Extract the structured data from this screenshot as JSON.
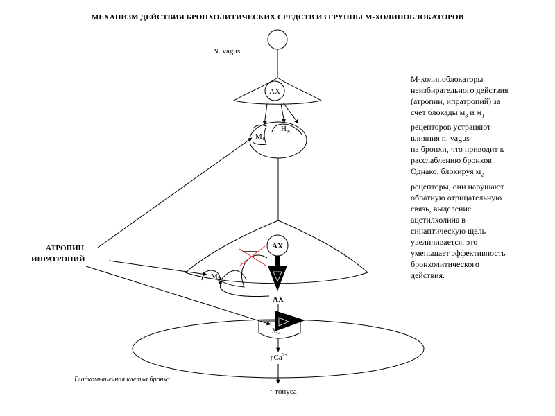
{
  "title": "МЕХАНИЗМ ДЕЙСТВИЯ БРОНХОЛИТИЧЕСКИХ СРЕДСТВ ИЗ ГРУППЫ М-ХОЛИНОБЛОКАТОРОВ",
  "labels": {
    "n_vagus": "N. vagus",
    "ax_top": "АХ",
    "m1": "M",
    "m1_sub": "1",
    "hn": "H",
    "hn_sub": "N",
    "drug_1": "АТРОПИН",
    "drug_2": "ИПРАТРОПИЙ",
    "ax_mid": "АХ",
    "m2": "M",
    "m2_sub": "2",
    "ax_cleft": "АХ",
    "m3": "M",
    "m3_sub": "3",
    "ca": "↑Ca",
    "ca_sup": "2+",
    "cell_label": "Гладкомышечная клетка бронха",
    "tonus": "↑ тонуса"
  },
  "side_text": {
    "line1": "М-холиноблокаторы",
    "line2": "неизбирательного действия",
    "line3": "(атропин, ипратропий) за",
    "line4_a": "счет блокады м",
    "line4_sub1": "3",
    "line4_b": " и м",
    "line4_sub2": "1",
    "line5": "рецепторов устраняют",
    "line6": "влияния n. vagus",
    "line7": "на бронхи, что приводит к",
    "line8": "расслаблению бронхов.",
    "line9_a": "Однако, блокируя м",
    "line9_sub": "2",
    "line10": "рецепторы, они нарушают",
    "line11": "обратную отрицательную",
    "line12": "связь, выделение",
    "line13": "ацетилхолина в",
    "line14": "синаптическую щель",
    "line15": "увеличивается. это",
    "line16": "уменьшает эффективность",
    "line17": "бронхолитического",
    "line18": "действия."
  },
  "colors": {
    "line": "#000000",
    "block_cross": "#e03030"
  }
}
